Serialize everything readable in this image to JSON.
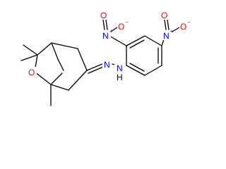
{
  "molecule": {
    "atoms": {
      "N_hydrazone": "N",
      "N_amine": "N",
      "H_amine": "H",
      "O_ring": "O",
      "N_nitro_ortho": "N",
      "N_nitro_ortho_charge": "+",
      "O_ortho_top": "O",
      "O_ortho_right": "O",
      "O_ortho_right_charge": "−",
      "N_nitro_para": "N",
      "N_nitro_para_charge": "+",
      "O_para_top": "O",
      "O_para_right": "O",
      "O_para_right_charge": "−"
    },
    "colors": {
      "bond": "#000000",
      "nitrogen": "#0000ff",
      "oxygen": "#ff0000",
      "hydrogen": "#000000"
    }
  }
}
